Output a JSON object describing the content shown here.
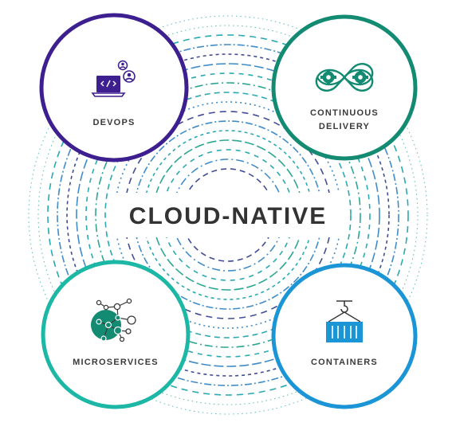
{
  "center": {
    "label": "CLOUD-NATIVE"
  },
  "nodes": {
    "devops": {
      "label": "DEVOPS",
      "icon": "laptop-code-people-icon",
      "color": "#3d1f8f"
    },
    "continuous_delivery": {
      "label_line1": "CONTINUOUS",
      "label_line2": "DELIVERY",
      "icon": "infinity-gears-icon",
      "color": "#138a72"
    },
    "microservices": {
      "label": "MICROSERVICES",
      "icon": "connected-nodes-icon",
      "color": "#1cb7a5"
    },
    "containers": {
      "label": "CONTAINERS",
      "icon": "shipping-container-crane-icon",
      "color": "#1b95d6"
    }
  },
  "colors": {
    "ring_teal": "#12a0a8",
    "ring_blue": "#2b7fc2",
    "ring_navy": "#2d3a8c",
    "ring_green": "#159c86",
    "text_dark": "#333333"
  }
}
